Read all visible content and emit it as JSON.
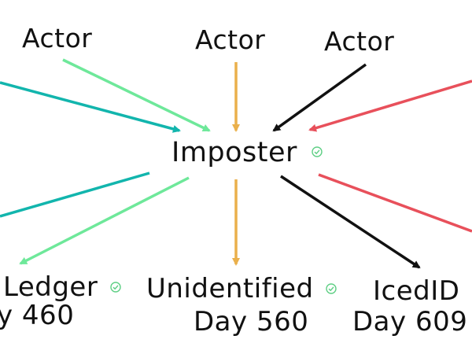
{
  "actors": [
    {
      "label": "Actor"
    },
    {
      "label": "Actor"
    },
    {
      "label": "Actor"
    }
  ],
  "center": {
    "label": "Imposter",
    "verified_icon": "check-circle-icon"
  },
  "targets": [
    {
      "name": "Ledger",
      "day": "y 460",
      "verified_icon": "check-circle-icon"
    },
    {
      "name": "Unidentified",
      "day": "Day 560",
      "verified_icon": "check-circle-icon"
    },
    {
      "name": "IcedID",
      "day": "Day 609"
    }
  ],
  "colors": {
    "teal": "#12b5ad",
    "mint": "#6ee89a",
    "orange": "#eab04c",
    "black": "#111111",
    "red": "#e8505b",
    "check": "#5fcf85"
  }
}
